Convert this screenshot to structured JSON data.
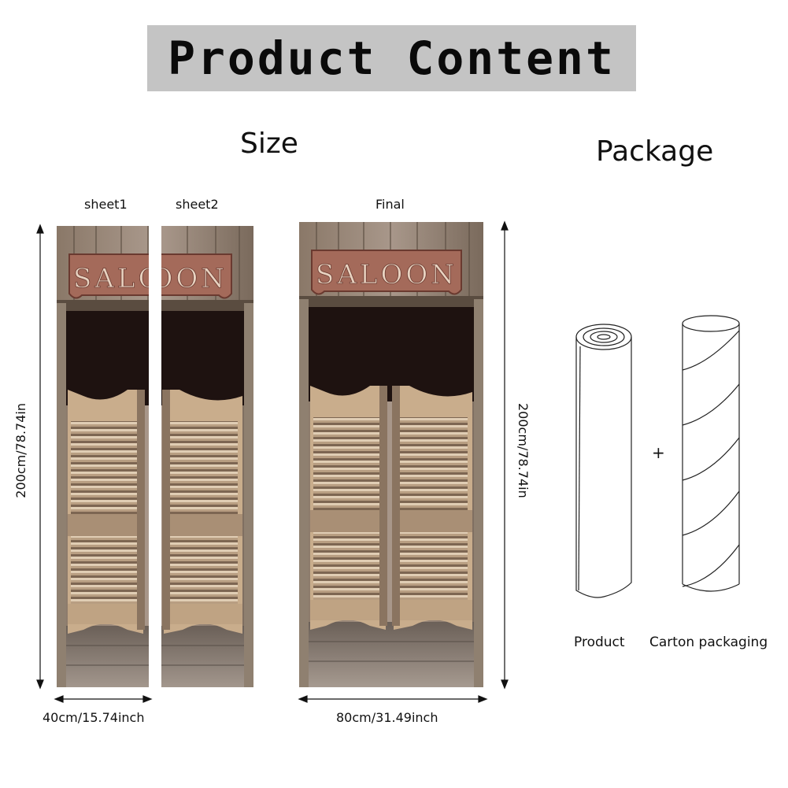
{
  "banner": {
    "title": "Product Content"
  },
  "size_section": {
    "heading": "Size"
  },
  "package_section": {
    "heading": "Package"
  },
  "sheets": {
    "sheet1_label": "sheet1",
    "sheet2_label": "sheet2",
    "final_label": "Final",
    "door_sign_text": "SALOON"
  },
  "dimensions": {
    "height_left": "200cm/78.74in",
    "height_right": "200cm/78.74in",
    "sheet_width": "40cm/15.74inch",
    "final_width": "80cm/31.49inch"
  },
  "package": {
    "plus": "+",
    "product_label": "Product",
    "carton_label": "Carton packaging"
  }
}
